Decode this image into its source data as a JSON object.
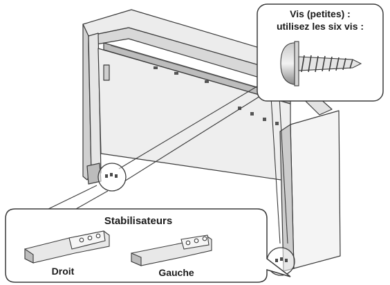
{
  "screws_callout": {
    "line1": "Vis (petites) :",
    "line2": "utilisez les six vis :"
  },
  "stabilizers_callout": {
    "title": "Stabilisateurs",
    "right_label": "Droit",
    "left_label": "Gauche"
  },
  "colors": {
    "stroke": "#3a3a3a",
    "panel_light": "#f4f4f4",
    "panel_mid": "#dedede",
    "panel_dark": "#c8c8c8",
    "screw": "#9a9a9a"
  }
}
